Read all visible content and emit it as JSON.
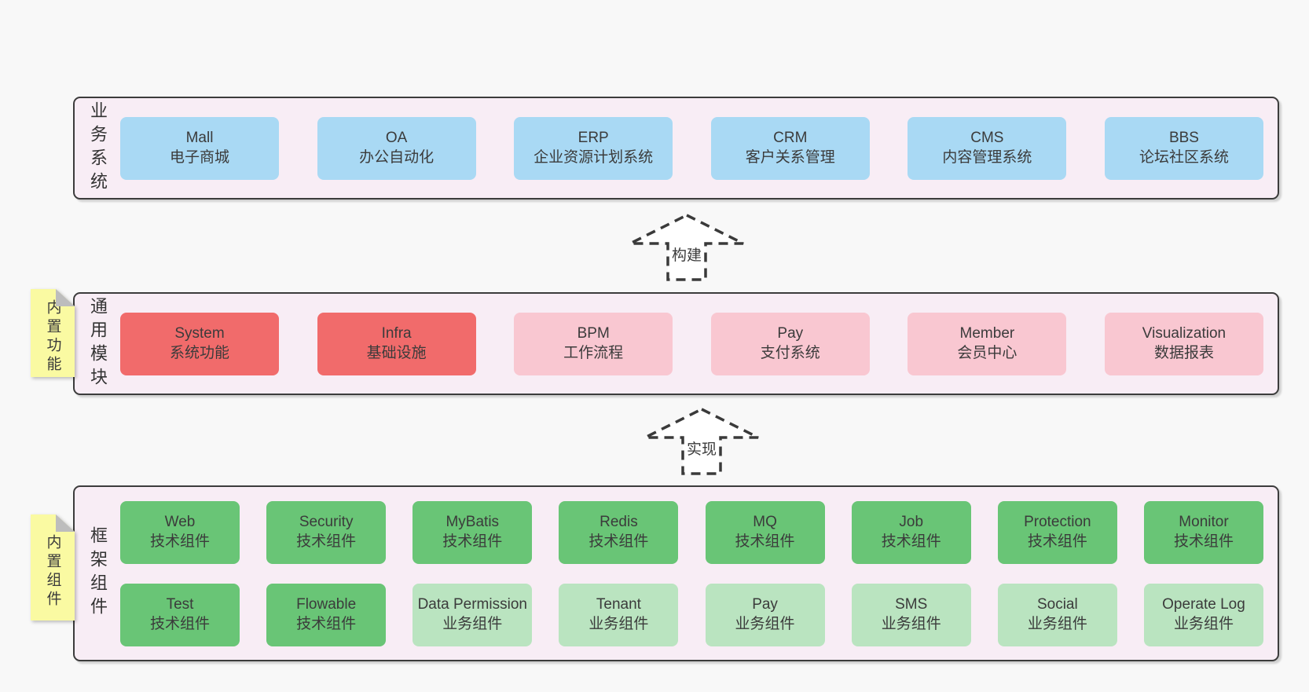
{
  "layers": [
    {
      "id": "business",
      "label": "业务系统",
      "note": null,
      "boxes": [
        {
          "title": "Mall",
          "subtitle": "电子商城",
          "variant": "blue"
        },
        {
          "title": "OA",
          "subtitle": "办公自动化",
          "variant": "blue"
        },
        {
          "title": "ERP",
          "subtitle": "企业资源计划系统",
          "variant": "blue"
        },
        {
          "title": "CRM",
          "subtitle": "客户关系管理",
          "variant": "blue"
        },
        {
          "title": "CMS",
          "subtitle": "内容管理系统",
          "variant": "blue"
        },
        {
          "title": "BBS",
          "subtitle": "论坛社区系统",
          "variant": "blue"
        }
      ]
    },
    {
      "id": "modules",
      "label": "通用模块",
      "note": "内置功能",
      "boxes": [
        {
          "title": "System",
          "subtitle": "系统功能",
          "variant": "red"
        },
        {
          "title": "Infra",
          "subtitle": "基础设施",
          "variant": "red"
        },
        {
          "title": "BPM",
          "subtitle": "工作流程",
          "variant": "pink"
        },
        {
          "title": "Pay",
          "subtitle": "支付系统",
          "variant": "pink"
        },
        {
          "title": "Member",
          "subtitle": "会员中心",
          "variant": "pink"
        },
        {
          "title": "Visualization",
          "subtitle": "数据报表",
          "variant": "pink"
        }
      ]
    },
    {
      "id": "components",
      "label": "框架组件",
      "note": "内置组件",
      "rows": [
        [
          {
            "title": "Web",
            "subtitle": "技术组件",
            "variant": "green"
          },
          {
            "title": "Security",
            "subtitle": "技术组件",
            "variant": "green"
          },
          {
            "title": "MyBatis",
            "subtitle": "技术组件",
            "variant": "green"
          },
          {
            "title": "Redis",
            "subtitle": "技术组件",
            "variant": "green"
          },
          {
            "title": "MQ",
            "subtitle": "技术组件",
            "variant": "green"
          },
          {
            "title": "Job",
            "subtitle": "技术组件",
            "variant": "green"
          },
          {
            "title": "Protection",
            "subtitle": "技术组件",
            "variant": "green"
          },
          {
            "title": "Monitor",
            "subtitle": "技术组件",
            "variant": "green"
          }
        ],
        [
          {
            "title": "Test",
            "subtitle": "技术组件",
            "variant": "green"
          },
          {
            "title": "Flowable",
            "subtitle": "技术组件",
            "variant": "green"
          },
          {
            "title": "Data Permission",
            "subtitle": "业务组件",
            "variant": "lightgreen"
          },
          {
            "title": "Tenant",
            "subtitle": "业务组件",
            "variant": "lightgreen"
          },
          {
            "title": "Pay",
            "subtitle": "业务组件",
            "variant": "lightgreen"
          },
          {
            "title": "SMS",
            "subtitle": "业务组件",
            "variant": "lightgreen"
          },
          {
            "title": "Social",
            "subtitle": "业务组件",
            "variant": "lightgreen"
          },
          {
            "title": "Operate Log",
            "subtitle": "业务组件",
            "variant": "lightgreen"
          }
        ]
      ]
    }
  ],
  "arrows": [
    {
      "label": "构建"
    },
    {
      "label": "实现"
    }
  ],
  "colors": {
    "page_background": "#f8f8f8",
    "layer_background": "#f8edf5",
    "layer_border": "#3c3c3c",
    "box_blue": "#a9d9f4",
    "box_red": "#f16b6b",
    "box_pink": "#f9c7d1",
    "box_green": "#69c576",
    "box_light_green": "#bae4c0",
    "note_yellow": "#fafaa2",
    "note_fold_gray": "#bdbdbd",
    "text": "#3b3b3b"
  }
}
